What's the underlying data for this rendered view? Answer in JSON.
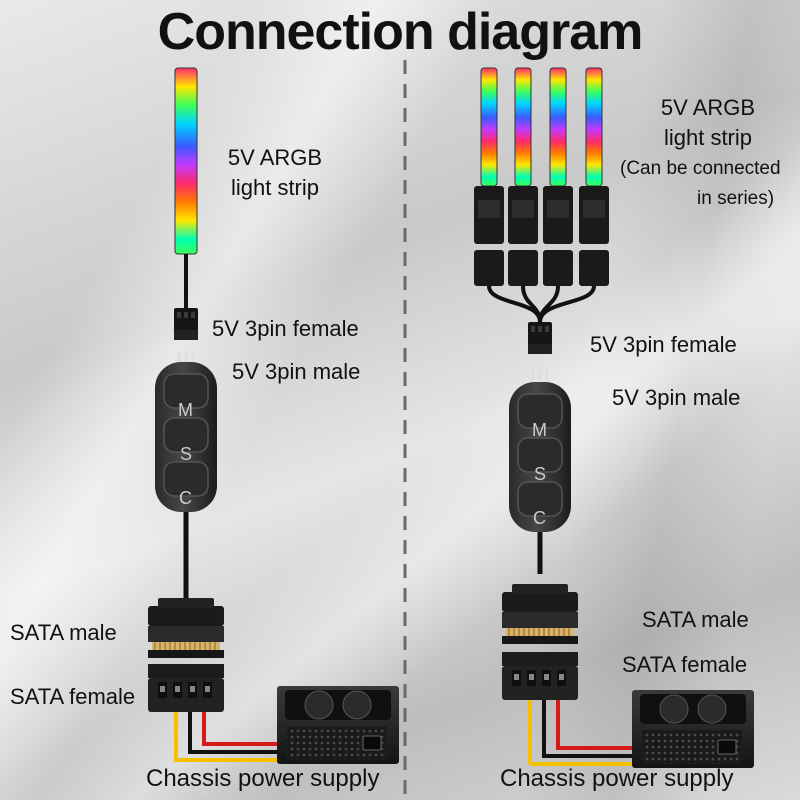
{
  "title": "Connection diagram",
  "left": {
    "strip_label_1": "5V ARGB",
    "strip_label_2": "light strip",
    "female_label": "5V 3pin female",
    "male_label": "5V 3pin male",
    "sata_male_label": "SATA male",
    "sata_female_label": "SATA female",
    "psu_label": "Chassis power supply"
  },
  "right": {
    "strip_label_1": "5V ARGB",
    "strip_label_2": "light strip",
    "series_note_1": "(Can be connected",
    "series_note_2": "in series)",
    "female_label": "5V 3pin female",
    "male_label": "5V 3pin male",
    "sata_male_label": "SATA male",
    "sata_female_label": "SATA female",
    "psu_label": "Chassis power supply"
  },
  "controller_buttons": [
    "M",
    "S",
    "C"
  ],
  "colors": {
    "rainbow": [
      "#ff2a6d",
      "#ff7a00",
      "#ffe600",
      "#3dff5a",
      "#00d5ff",
      "#3a5bff",
      "#c23bff",
      "#ff2a6d",
      "#ffe600",
      "#00ffb3"
    ],
    "wire_yellow": "#f2c200",
    "wire_red": "#d61a1a",
    "wire_black": "#111111"
  }
}
